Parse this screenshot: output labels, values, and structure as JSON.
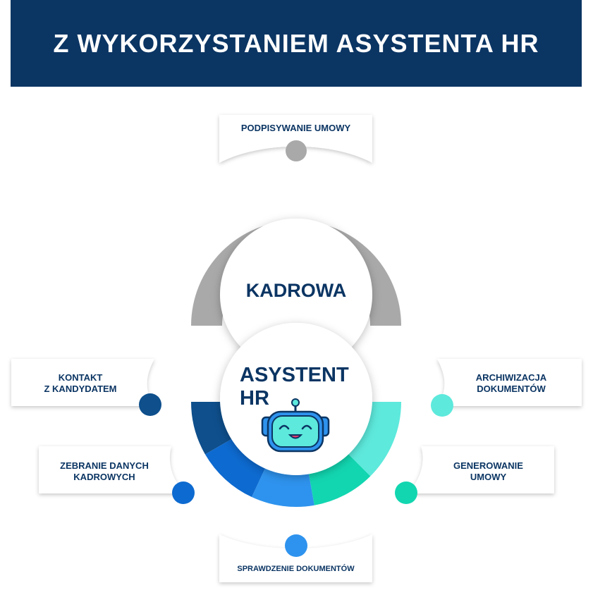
{
  "header": {
    "title": "Z WYKORZYSTANIEM ASYSTENTA HR"
  },
  "outer_circle": {
    "label": "KADROWA"
  },
  "inner_circle": {
    "line1": "ASYSTENT",
    "line2": "HR"
  },
  "steps": {
    "top": {
      "label": "PODPISYWANIE UMOWY"
    },
    "left_upper": {
      "line1": "KONTAKT",
      "line2": "Z KANDYDATEM"
    },
    "left_lower": {
      "line1": "ZEBRANIE DANYCH",
      "line2": "KADROWYCH"
    },
    "bottom": {
      "label": "SPRAWDZENIE DOKUMENTÓW"
    },
    "right_upper": {
      "line1": "ARCHIWIZACJA",
      "line2": "DOKUMENTÓW"
    },
    "right_lower": {
      "line1": "GENEROWANIE",
      "line2": "UMOWY"
    }
  },
  "colors": {
    "navy": "#0b3563",
    "gray": "#a9a9a9",
    "dark_blue": "#0e4f8c",
    "mid_blue": "#0d6ad0",
    "light_blue": "#2e93ee",
    "teal": "#12d6b0",
    "aqua": "#5de9dc"
  },
  "icons": {
    "mascot": "robot-icon"
  }
}
